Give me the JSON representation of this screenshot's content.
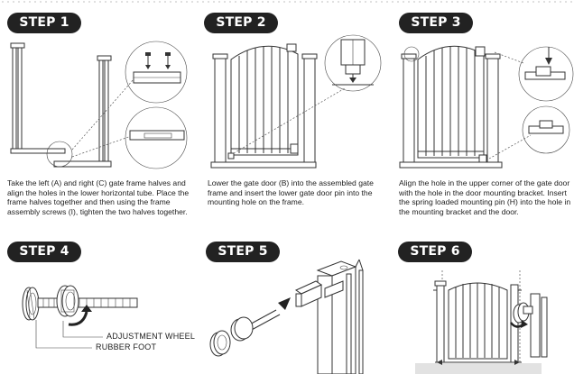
{
  "steps": [
    {
      "label": "STEP 1",
      "text": "Take the left (A) and right (C) gate frame halves and align the holes in the lower horizontal tube. Place the frame halves together and then using the frame assembly screws (I), tighten the two halves together."
    },
    {
      "label": "STEP 2",
      "text": "Lower the gate door (B) into the assembled gate frame and insert the lower gate door pin into the mounting hole on the frame."
    },
    {
      "label": "STEP 3",
      "text": "Align the hole in the upper corner of the gate door with the hole in the door mounting bracket. Insert the spring loaded mounting pin (H) into the hole in the mounting bracket and the door."
    },
    {
      "label": "STEP 4",
      "text": ""
    },
    {
      "label": "STEP 5",
      "text": ""
    },
    {
      "label": "STEP 6",
      "text": ""
    }
  ],
  "callouts": {
    "adjustment_wheel": "ADJUSTMENT WHEEL",
    "rubber_foot": "RUBBER FOOT"
  }
}
